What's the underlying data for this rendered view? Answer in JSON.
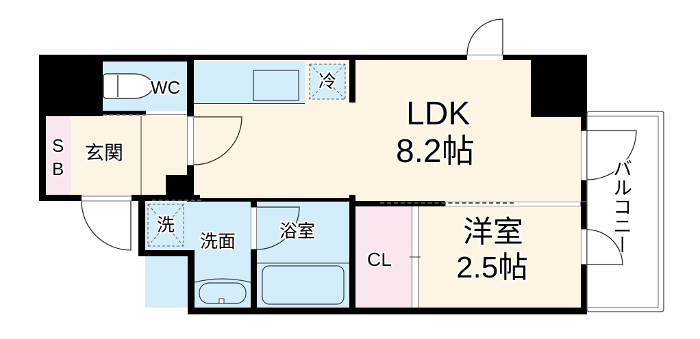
{
  "rooms": {
    "ldk": {
      "name": "LDK",
      "size": "8.2帖"
    },
    "western": {
      "name": "洋室",
      "size": "2.5帖"
    },
    "entrance": {
      "name": "玄関"
    },
    "shoe_box": {
      "line1": "S",
      "line2": "B"
    },
    "toilet": {
      "name": "WC"
    },
    "washroom": {
      "name": "洗面"
    },
    "bathroom": {
      "name": "浴室"
    },
    "closet": {
      "name": "CL"
    },
    "balcony": {
      "name": "バルコニー"
    },
    "fridge": {
      "name": "冷"
    },
    "washer": {
      "name": "洗"
    }
  },
  "colors": {
    "wall": "#000000",
    "living_floor": "#fdf5e3",
    "wet_area": "#d3eefa",
    "storage": "#fbe6ef"
  }
}
